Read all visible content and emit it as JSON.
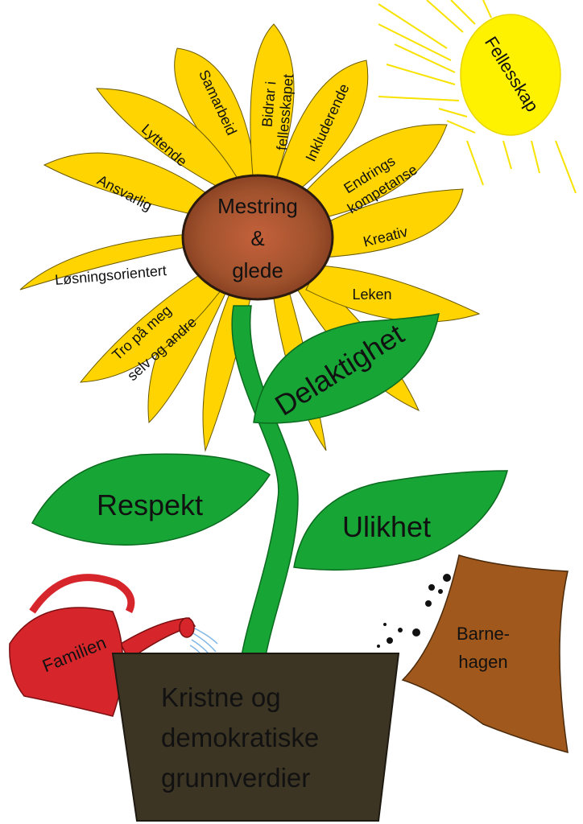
{
  "sun": {
    "label": "Fellesskap",
    "color": "#FFF200"
  },
  "center": {
    "line1": "Mestring",
    "line2": "&",
    "line3": "glede",
    "color": "#A0522D"
  },
  "petals": {
    "samarbeid": "Samarbeid",
    "bidrar_line1": "Bidrar i",
    "bidrar_line2": "fellesskapet",
    "inkluderende": "Inkluderende",
    "lyttende": "Lyttende",
    "endrings_line1": "Endrings",
    "endrings_line2": "kompetanse",
    "ansvarlig": "Ansvarlig",
    "kreativ": "Kreativ",
    "losning": "Løsningsorientert",
    "leken": "Leken",
    "tro_line1": "Tro på meg",
    "tro_line2": "selv og andre",
    "color": "#FFD400"
  },
  "leaves": {
    "delaktighet": "Delaktighet",
    "respekt": "Respekt",
    "ulikhet": "Ulikhet",
    "color": "#17A535"
  },
  "watering_can": {
    "label": "Familien",
    "color": "#D7262B"
  },
  "seed_bag": {
    "line1": "Barne-",
    "line2": "hagen",
    "color": "#A0581C"
  },
  "pot": {
    "line1": "Kristne og",
    "line2": "demokratiske",
    "line3": "grunnverdier",
    "color": "#3D3524"
  }
}
